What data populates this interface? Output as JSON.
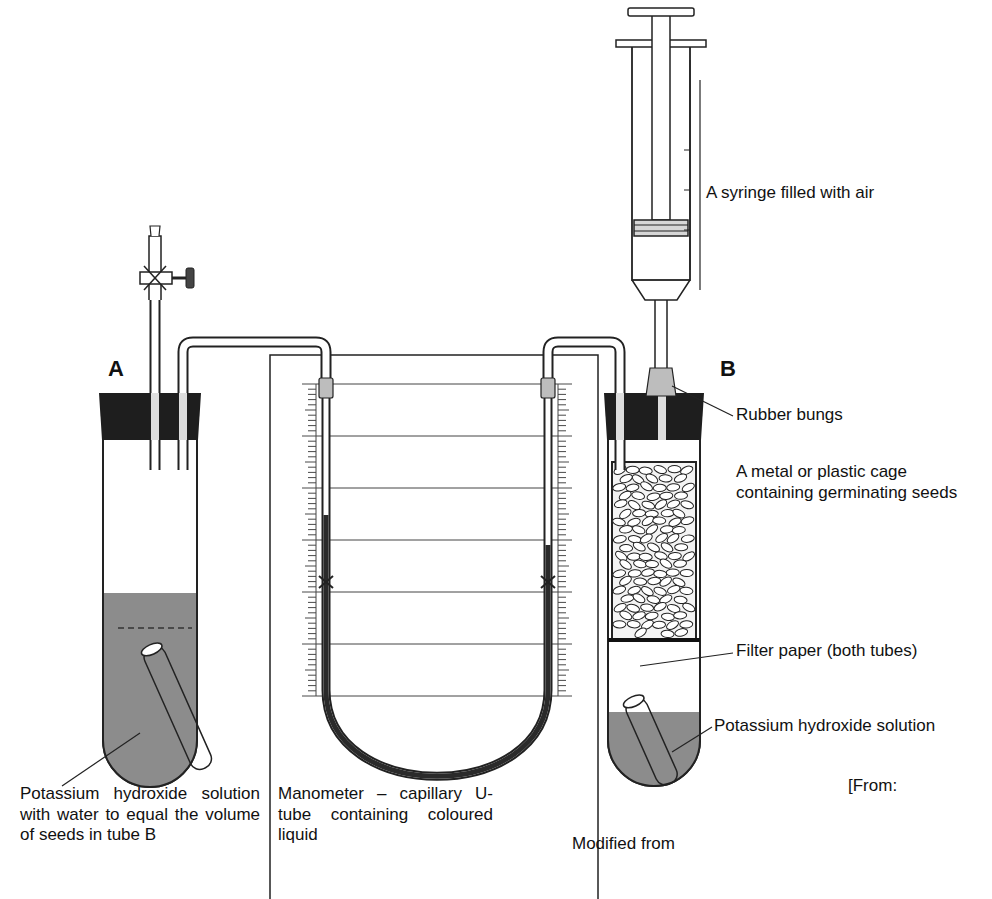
{
  "diagram": {
    "labels": [
      "A syringe filled with air",
      "A",
      "B",
      "Rubber bungs",
      "A metal or plastic cage containing germinating seeds",
      "Filter paper (both tubes)",
      "Potassium hydroxide solution",
      "Potassium hydroxide solution with water to equal the volume of seeds in tube B",
      "Manometer – capillary U-tube containing coloured liquid",
      "[From:",
      "Modified from"
    ]
  }
}
